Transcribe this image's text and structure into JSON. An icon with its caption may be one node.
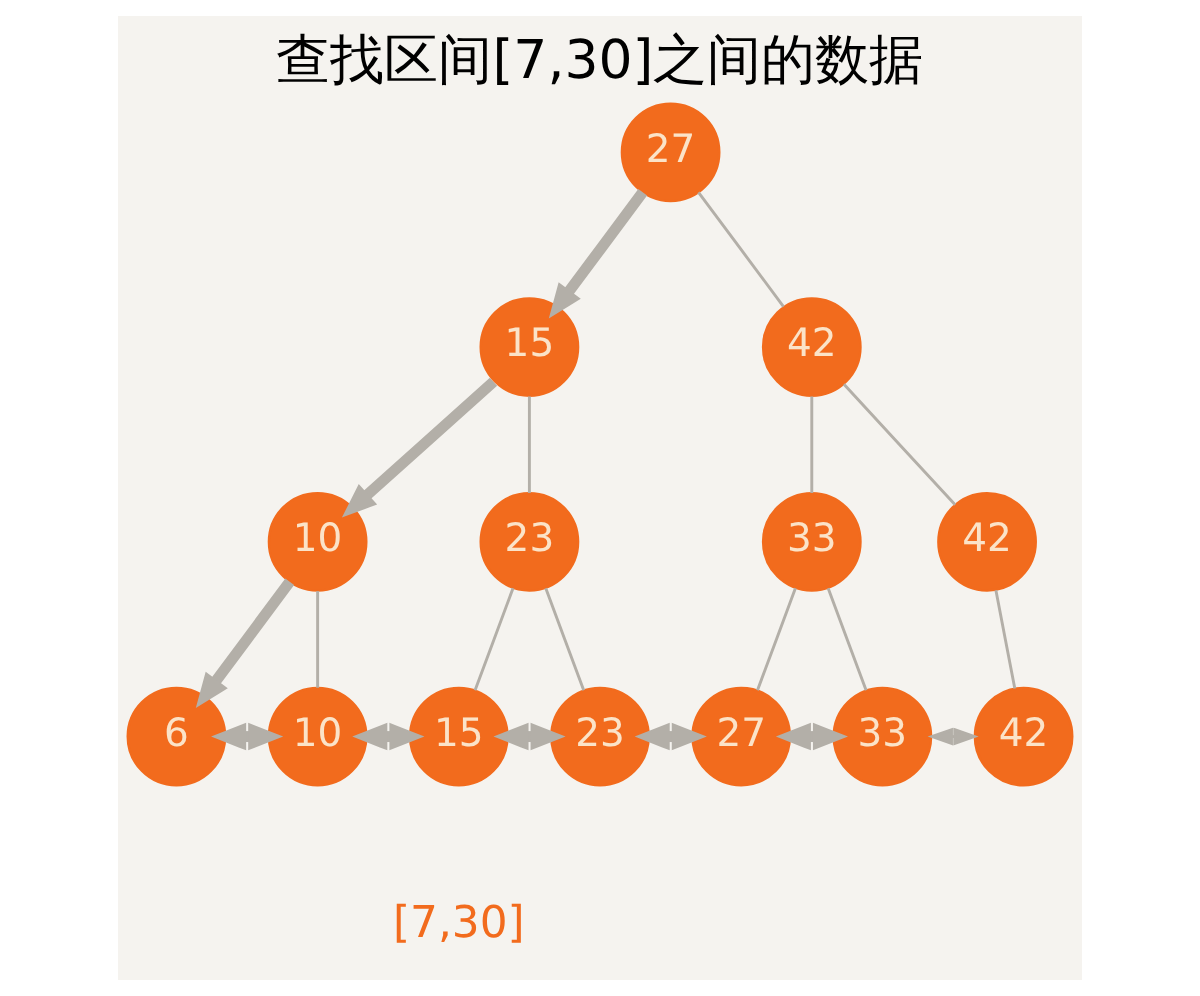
{
  "diagram": {
    "title": "查找区间[7,30]之间的数据",
    "nodes": [
      {
        "text": [
          "27"
        ]
      },
      {
        "text": [
          "15"
        ]
      },
      {
        "text": [
          "42"
        ]
      },
      {
        "text": [
          "10"
        ]
      },
      {
        "text": [
          "23"
        ]
      },
      {
        "text": [
          "33"
        ]
      },
      {
        "text": [
          "42"
        ]
      },
      {
        "text": [
          "6"
        ]
      },
      {
        "text": [
          "10"
        ]
      },
      {
        "text": [
          "15"
        ]
      },
      {
        "text": [
          "23"
        ]
      },
      {
        "text": [
          "27"
        ]
      },
      {
        "text": [
          "33"
        ]
      },
      {
        "text": [
          "42"
        ]
      }
    ],
    "edges": [
      {
        "from": 0,
        "to": 1,
        "arrow": "to",
        "style": "thick"
      },
      {
        "from": 0,
        "to": 2,
        "arrow": "none"
      },
      {
        "from": 1,
        "to": 3,
        "arrow": "to",
        "style": "thick"
      },
      {
        "from": 1,
        "to": 4,
        "arrow": "none"
      },
      {
        "from": 2,
        "to": 5,
        "arrow": "none"
      },
      {
        "from": 2,
        "to": 6,
        "arrow": "none"
      },
      {
        "from": 3,
        "to": 7,
        "arrow": "to",
        "style": "thick"
      },
      {
        "from": 3,
        "to": 8,
        "arrow": "none"
      },
      {
        "from": 4,
        "to": 9,
        "arrow": "none"
      },
      {
        "from": 4,
        "to": 10,
        "arrow": "none"
      },
      {
        "from": 5,
        "to": 11,
        "arrow": "none"
      },
      {
        "from": 5,
        "to": 12,
        "arrow": "none"
      },
      {
        "from": 6,
        "to": 13,
        "arrow": "none"
      },
      {
        "from": 7,
        "to": 8,
        "arrow": "both",
        "style": "thick"
      },
      {
        "from": 8,
        "to": 9,
        "arrow": "both",
        "style": "thick"
      },
      {
        "from": 9,
        "to": 10,
        "arrow": "both",
        "style": "thick"
      },
      {
        "from": 10,
        "to": 11,
        "arrow": "both",
        "style": "thick"
      },
      {
        "from": 11,
        "to": 12,
        "arrow": "both",
        "style": "thick"
      },
      {
        "from": 12,
        "to": 13,
        "arrow": "both"
      }
    ],
    "labels": [
      "[7,30]"
    ]
  }
}
